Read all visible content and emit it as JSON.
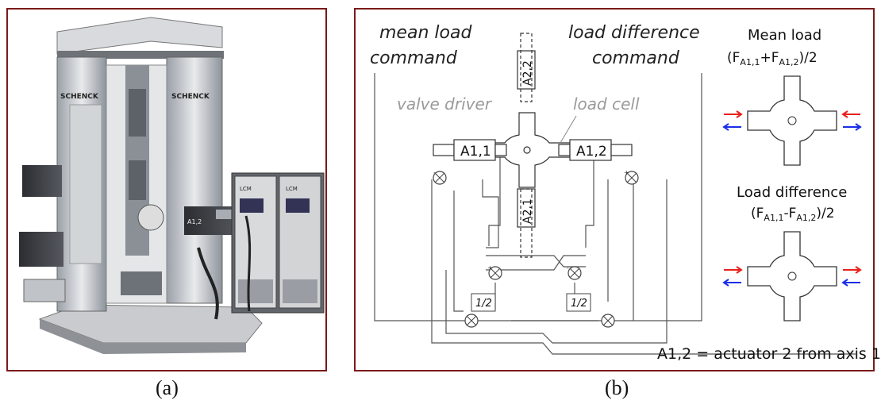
{
  "captions": {
    "a": "(a)",
    "b": "(b)"
  },
  "machine": {
    "brand": "SCHENCK",
    "cell_labels": [
      "A1,2",
      "LCM",
      "LCM"
    ]
  },
  "diagram": {
    "mean_load_command": [
      "mean load",
      "command"
    ],
    "load_difference_command": [
      "load difference",
      "command"
    ],
    "valve_driver": "valve driver",
    "load_cell": "load cell",
    "actuators": {
      "a11": "A1,1",
      "a12": "A1,2",
      "a21": "A2,1",
      "a22": "A2,2"
    },
    "half": "1/2",
    "sign_plus": "+",
    "sign_minus": "-",
    "legend": "A1,2 = actuator 2 from axis 1"
  },
  "mean_load": {
    "title": "Mean load",
    "formula_open": "(F",
    "sub1": "A1,1",
    "plus": "+F",
    "sub2": "A1,2",
    "formula_close": ")/2"
  },
  "load_difference": {
    "title": "Load difference",
    "formula_open": "(F",
    "sub1": "A1,1",
    "minus": "-F",
    "sub2": "A1,2",
    "formula_close": ")/2"
  },
  "colors": {
    "frame": "#7a1a1a",
    "red_arrow": "#e8201a",
    "blue_arrow": "#1a2ee8",
    "line": "#555555"
  }
}
